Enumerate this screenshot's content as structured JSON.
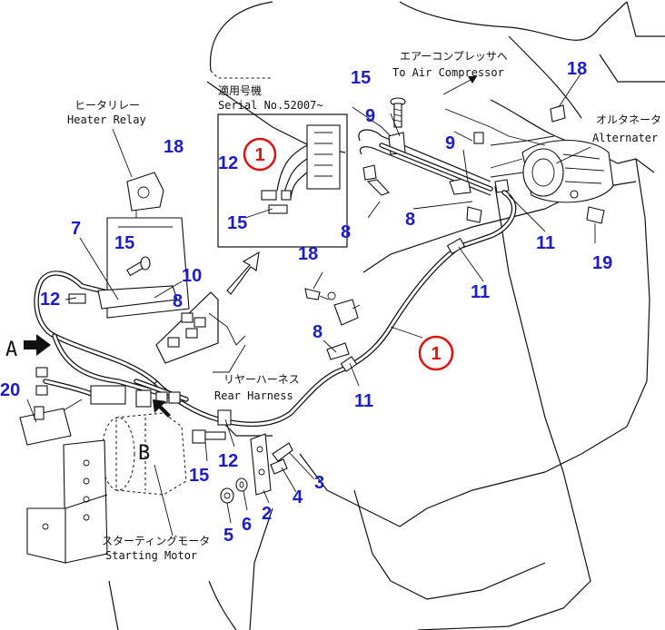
{
  "labels": {
    "serial_jp": "適用号機",
    "serial_en": "Serial No.52007~",
    "heater_relay_jp": "ヒータリレー",
    "heater_relay_en": "Heater Relay",
    "air_comp_jp": "エアーコンプレッサへ",
    "air_comp_en": "To Air Compressor",
    "alternator_jp": "オルタネータ",
    "alternator_en": "Alternater",
    "rear_harness_jp": "リヤーハーネス",
    "rear_harness_en": "Rear Harness",
    "starting_motor_jp": "スターティングモータ",
    "starting_motor_en": "Starting Motor",
    "view_a": "A",
    "view_b": "B"
  },
  "callouts": [
    {
      "id": "c-15-top",
      "text": "15"
    },
    {
      "id": "c-18-top",
      "text": "18"
    },
    {
      "id": "c-9-left",
      "text": "9"
    },
    {
      "id": "c-9-right",
      "text": "9"
    },
    {
      "id": "c-18-relay",
      "text": "18"
    },
    {
      "id": "c-12-inset",
      "text": "12"
    },
    {
      "id": "c-15-inset",
      "text": "15"
    },
    {
      "id": "c-8-upper",
      "text": "8"
    },
    {
      "id": "c-8-mid",
      "text": "8"
    },
    {
      "id": "c-11-right",
      "text": "11"
    },
    {
      "id": "c-19",
      "text": "19"
    },
    {
      "id": "c-7",
      "text": "7"
    },
    {
      "id": "c-15-left",
      "text": "15"
    },
    {
      "id": "c-18-center",
      "text": "18"
    },
    {
      "id": "c-11-mid",
      "text": "11"
    },
    {
      "id": "c-10",
      "text": "10"
    },
    {
      "id": "c-12-left",
      "text": "12"
    },
    {
      "id": "c-8-left",
      "text": "8"
    },
    {
      "id": "c-8-center",
      "text": "8"
    },
    {
      "id": "c-11-low",
      "text": "11"
    },
    {
      "id": "c-20",
      "text": "20"
    },
    {
      "id": "c-3",
      "text": "3"
    },
    {
      "id": "c-12-low",
      "text": "12"
    },
    {
      "id": "c-15-low",
      "text": "15"
    },
    {
      "id": "c-4",
      "text": "4"
    },
    {
      "id": "c-2",
      "text": "2"
    },
    {
      "id": "c-6",
      "text": "6"
    },
    {
      "id": "c-5",
      "text": "5"
    }
  ],
  "highlighted": [
    {
      "id": "h-1-inset",
      "text": "1"
    },
    {
      "id": "h-1-main",
      "text": "1"
    }
  ],
  "colors": {
    "callout_blue": "#1c1cc8",
    "highlight_red": "#e01010",
    "line_black": "#111111"
  }
}
